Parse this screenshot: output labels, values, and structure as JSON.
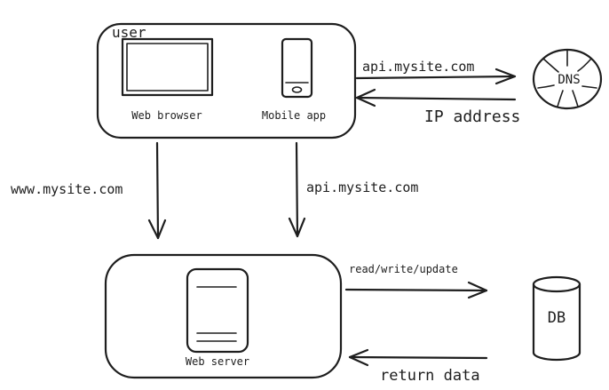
{
  "client_box": {
    "title": "user",
    "web_browser_label": "Web browser",
    "mobile_app_label": "Mobile app"
  },
  "dns": {
    "label": "DNS"
  },
  "server_box": {
    "label": "Web server"
  },
  "db": {
    "label": "DB"
  },
  "arrows": {
    "to_dns": "api.mysite.com",
    "from_dns": "IP address",
    "browser_to_server": "www.mysite.com",
    "app_to_server": "api.mysite.com",
    "to_db": "read/write/update",
    "from_db": "return data"
  }
}
